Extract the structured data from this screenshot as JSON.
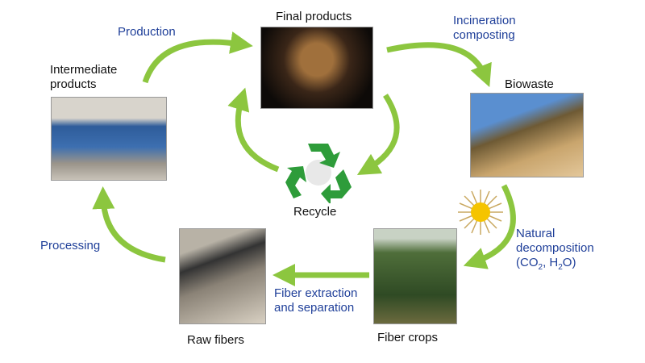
{
  "colors": {
    "arrow": "#8cc63f",
    "process_text": "#1f3f99",
    "sun": "#f5c400"
  },
  "nodes": {
    "final_products": "Final products",
    "biowaste": "Biowaste",
    "fiber_crops": "Fiber crops",
    "raw_fibers": "Raw fibers",
    "intermediate_products_1": "Intermediate",
    "intermediate_products_2": "products",
    "recycle": "Recycle"
  },
  "processes": {
    "production": "Production",
    "incineration_1": "Incineration",
    "incineration_2": "composting",
    "natural_1": "Natural",
    "natural_2": "decomposition",
    "natural_3a": "(CO",
    "natural_3b": "2",
    "natural_3c": ", H",
    "natural_3d": "2",
    "natural_3e": "O)",
    "extraction_1": "Fiber extraction",
    "extraction_2": "and separation",
    "processing": "Processing"
  },
  "icons": [
    "recycle-icon",
    "sun-icon"
  ]
}
